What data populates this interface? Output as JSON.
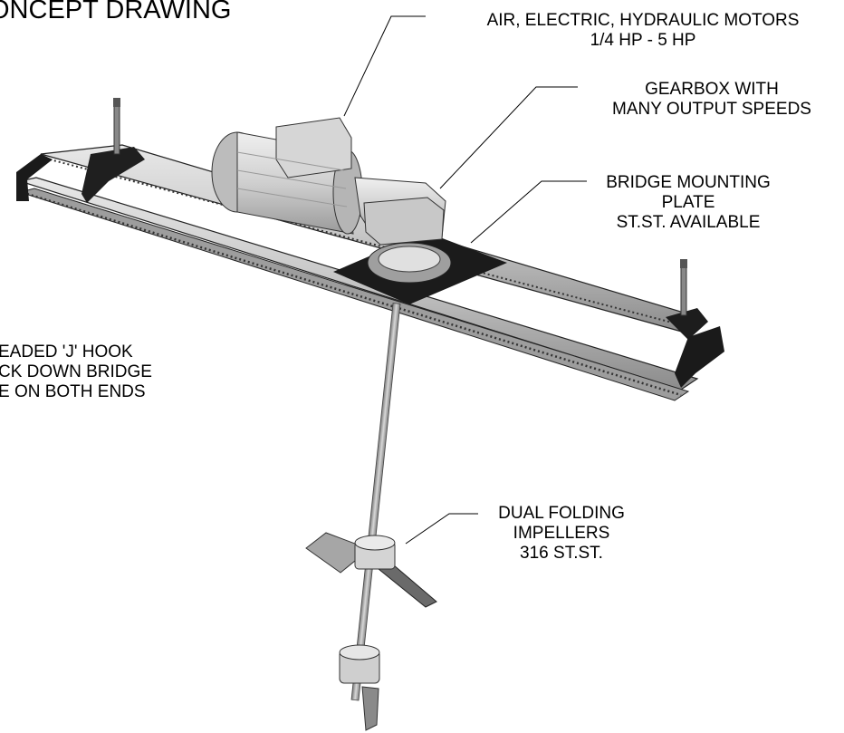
{
  "title": "ONCEPT DRAWING",
  "callouts": {
    "motors": [
      "AIR, ELECTRIC, HYDRAULIC MOTORS",
      "1/4 HP - 5 HP"
    ],
    "gearbox": [
      "GEARBOX WITH",
      "MANY OUTPUT SPEEDS"
    ],
    "plate": [
      "BRIDGE MOUNTING",
      "PLATE",
      "ST.ST. AVAILABLE"
    ],
    "hook": [
      "EADED 'J' HOOK",
      "CK DOWN BRIDGE",
      "E ON BOTH ENDS"
    ],
    "impellers": [
      "DUAL FOLDING",
      "IMPELLERS",
      "316 ST.ST."
    ]
  }
}
